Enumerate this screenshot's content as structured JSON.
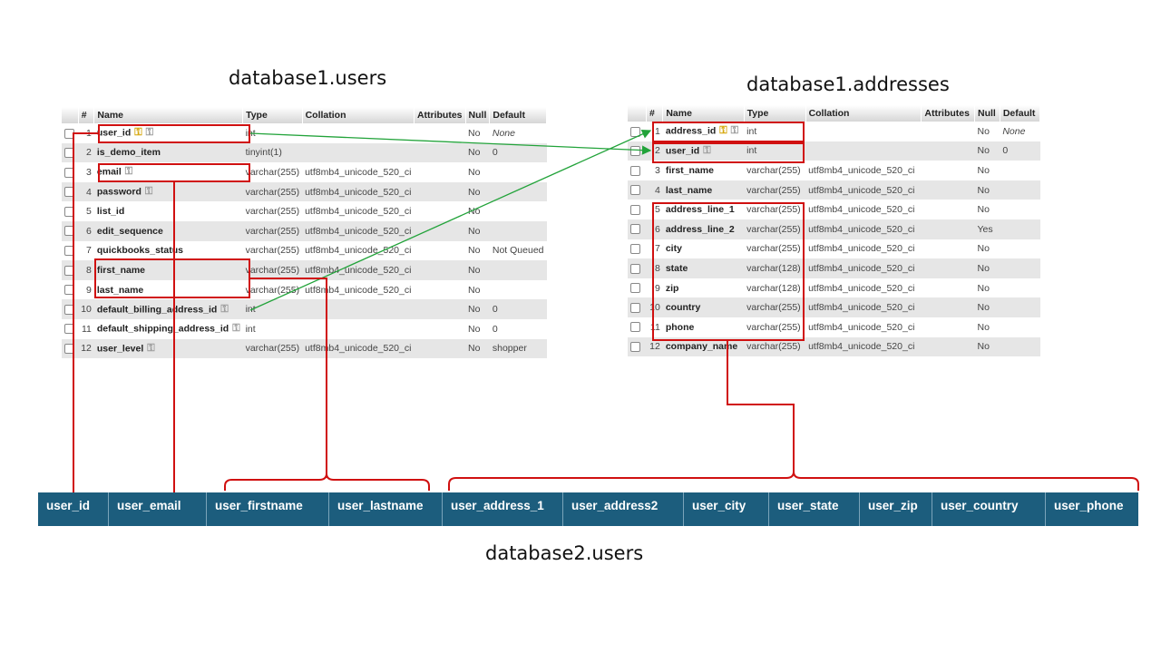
{
  "titles": {
    "users": "database1.users",
    "addresses": "database1.addresses",
    "db2": "database2.users"
  },
  "headers": {
    "users": [
      "#",
      "Name",
      "Type",
      "Collation",
      "Attributes",
      "Null",
      "Default"
    ],
    "addresses": [
      "#",
      "Name",
      "Type",
      "Collation",
      "Attributes",
      "Null",
      "Default"
    ]
  },
  "users_rows": [
    {
      "num": "1",
      "name": "user_id",
      "type": "int",
      "collation": "",
      "attributes": "",
      "null": "No",
      "default": "None",
      "default_italic": true,
      "keys": [
        "primary-key-icon",
        "index-key-icon"
      ]
    },
    {
      "num": "2",
      "name": "is_demo_item",
      "type": "tinyint(1)",
      "collation": "",
      "attributes": "",
      "null": "No",
      "default": "0",
      "keys": []
    },
    {
      "num": "3",
      "name": "email",
      "type": "varchar(255)",
      "collation": "utf8mb4_unicode_520_ci",
      "attributes": "",
      "null": "No",
      "default": "",
      "keys": [
        "index-key-icon"
      ]
    },
    {
      "num": "4",
      "name": "password",
      "type": "varchar(255)",
      "collation": "utf8mb4_unicode_520_ci",
      "attributes": "",
      "null": "No",
      "default": "",
      "keys": [
        "index-key-icon"
      ]
    },
    {
      "num": "5",
      "name": "list_id",
      "type": "varchar(255)",
      "collation": "utf8mb4_unicode_520_ci",
      "attributes": "",
      "null": "No",
      "default": "",
      "keys": []
    },
    {
      "num": "6",
      "name": "edit_sequence",
      "type": "varchar(255)",
      "collation": "utf8mb4_unicode_520_ci",
      "attributes": "",
      "null": "No",
      "default": "",
      "keys": []
    },
    {
      "num": "7",
      "name": "quickbooks_status",
      "type": "varchar(255)",
      "collation": "utf8mb4_unicode_520_ci",
      "attributes": "",
      "null": "No",
      "default": "Not Queued",
      "keys": []
    },
    {
      "num": "8",
      "name": "first_name",
      "type": "varchar(255)",
      "collation": "utf8mb4_unicode_520_ci",
      "attributes": "",
      "null": "No",
      "default": "",
      "keys": []
    },
    {
      "num": "9",
      "name": "last_name",
      "type": "varchar(255)",
      "collation": "utf8mb4_unicode_520_ci",
      "attributes": "",
      "null": "No",
      "default": "",
      "keys": []
    },
    {
      "num": "10",
      "name": "default_billing_address_id",
      "type": "int",
      "collation": "",
      "attributes": "",
      "null": "No",
      "default": "0",
      "keys": [
        "index-key-icon"
      ]
    },
    {
      "num": "11",
      "name": "default_shipping_address_id",
      "type": "int",
      "collation": "",
      "attributes": "",
      "null": "No",
      "default": "0",
      "keys": [
        "index-key-icon"
      ]
    },
    {
      "num": "12",
      "name": "user_level",
      "type": "varchar(255)",
      "collation": "utf8mb4_unicode_520_ci",
      "attributes": "",
      "null": "No",
      "default": "shopper",
      "keys": [
        "index-key-icon"
      ]
    }
  ],
  "addresses_rows": [
    {
      "num": "1",
      "name": "address_id",
      "type": "int",
      "collation": "",
      "attributes": "",
      "null": "No",
      "default": "None",
      "default_italic": true,
      "keys": [
        "primary-key-icon",
        "index-key-icon"
      ]
    },
    {
      "num": "2",
      "name": "user_id",
      "type": "int",
      "collation": "",
      "attributes": "",
      "null": "No",
      "default": "0",
      "keys": [
        "index-key-icon"
      ]
    },
    {
      "num": "3",
      "name": "first_name",
      "type": "varchar(255)",
      "collation": "utf8mb4_unicode_520_ci",
      "attributes": "",
      "null": "No",
      "default": "",
      "keys": []
    },
    {
      "num": "4",
      "name": "last_name",
      "type": "varchar(255)",
      "collation": "utf8mb4_unicode_520_ci",
      "attributes": "",
      "null": "No",
      "default": "",
      "keys": []
    },
    {
      "num": "5",
      "name": "address_line_1",
      "type": "varchar(255)",
      "collation": "utf8mb4_unicode_520_ci",
      "attributes": "",
      "null": "No",
      "default": "",
      "keys": []
    },
    {
      "num": "6",
      "name": "address_line_2",
      "type": "varchar(255)",
      "collation": "utf8mb4_unicode_520_ci",
      "attributes": "",
      "null": "Yes",
      "default": "",
      "keys": []
    },
    {
      "num": "7",
      "name": "city",
      "type": "varchar(255)",
      "collation": "utf8mb4_unicode_520_ci",
      "attributes": "",
      "null": "No",
      "default": "",
      "keys": []
    },
    {
      "num": "8",
      "name": "state",
      "type": "varchar(128)",
      "collation": "utf8mb4_unicode_520_ci",
      "attributes": "",
      "null": "No",
      "default": "",
      "keys": []
    },
    {
      "num": "9",
      "name": "zip",
      "type": "varchar(128)",
      "collation": "utf8mb4_unicode_520_ci",
      "attributes": "",
      "null": "No",
      "default": "",
      "keys": []
    },
    {
      "num": "10",
      "name": "country",
      "type": "varchar(255)",
      "collation": "utf8mb4_unicode_520_ci",
      "attributes": "",
      "null": "No",
      "default": "",
      "keys": []
    },
    {
      "num": "11",
      "name": "phone",
      "type": "varchar(255)",
      "collation": "utf8mb4_unicode_520_ci",
      "attributes": "",
      "null": "No",
      "default": "",
      "keys": []
    },
    {
      "num": "12",
      "name": "company_name",
      "type": "varchar(255)",
      "collation": "utf8mb4_unicode_520_ci",
      "attributes": "",
      "null": "No",
      "default": "",
      "keys": []
    }
  ],
  "db2_columns": [
    "user_id",
    "user_email",
    "user_firstname",
    "user_lastname",
    "user_address_1",
    "user_address2",
    "user_city",
    "user_state",
    "user_zip",
    "user_country",
    "user_phone"
  ],
  "colors": {
    "bar": "#1c5d7d",
    "highlight": "#d01010",
    "relation": "#22a33a"
  }
}
